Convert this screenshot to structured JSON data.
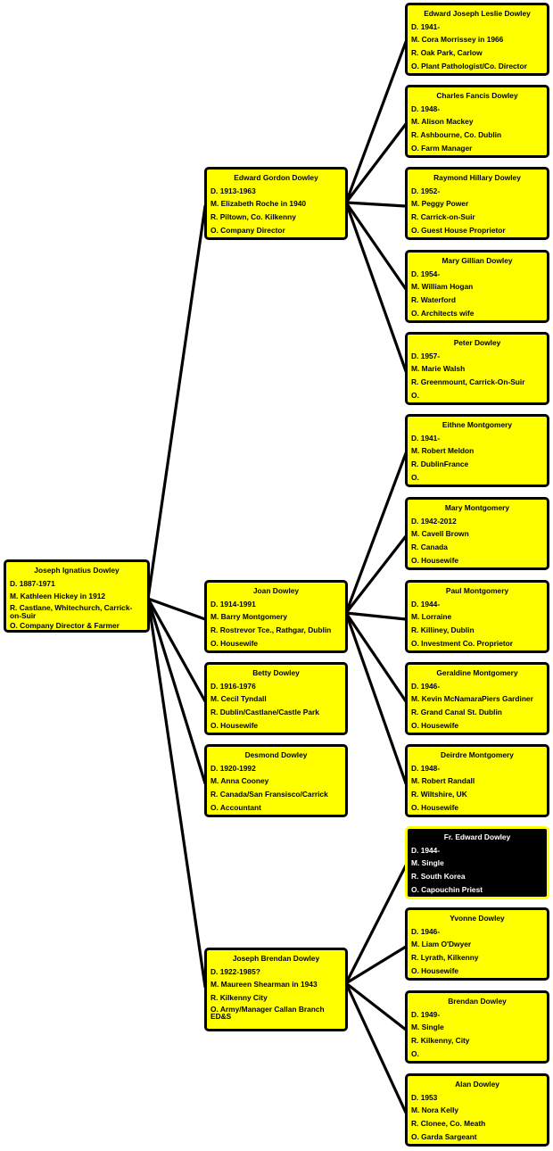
{
  "colors": {
    "box_fill": "#ffff00",
    "box_border": "#000000",
    "highlight_fill": "#000000",
    "highlight_border": "#ffff00",
    "connector": "#000000"
  },
  "people": [
    {
      "id": "joseph-ignatius",
      "name": "Joseph Ignatius Dowley",
      "lines": [
        "D. 1887-1971",
        "M. Kathleen Hickey in 1912",
        "R. Castlane, Whitechurch, Carrick-on-Suir",
        "O. Company Director & Farmer"
      ]
    },
    {
      "id": "edward-gordon",
      "name": "Edward Gordon Dowley",
      "lines": [
        "D.  1913-1963",
        "M. Elizabeth Roche in 1940",
        "R. Piltown, Co. Kilkenny",
        "O. Company Director"
      ]
    },
    {
      "id": "joan",
      "name": "Joan Dowley",
      "lines": [
        "D. 1914-1991",
        "M. Barry Montgomery",
        "R. Rostrevor Tce., Rathgar, Dublin",
        "O.  Housewife"
      ]
    },
    {
      "id": "betty",
      "name": "Betty Dowley",
      "lines": [
        "D. 1916-1976",
        "M. Cecil Tyndall",
        "R. Dublin/Castlane/Castle Park",
        "O. Housewife"
      ]
    },
    {
      "id": "desmond",
      "name": "Desmond  Dowley",
      "lines": [
        "D. 1920-1992",
        "M. Anna Cooney",
        "R. Canada/San Fransisco/Carrick",
        "O. Accountant"
      ]
    },
    {
      "id": "joseph-brendan",
      "name": "Joseph Brendan Dowley",
      "lines": [
        "D. 1922-1985?",
        "M.  Maureen Shearman in 1943",
        "R.  Kilkenny City",
        "O.  Army/Manager Callan Branch ED&S"
      ]
    },
    {
      "id": "edward-joseph-leslie",
      "name": "Edward Joseph Leslie Dowley",
      "lines": [
        "D. 1941-",
        "M. Cora Morrissey in 1966",
        "R. Oak Park, Carlow",
        "O. Plant Pathologist/Co. Director"
      ]
    },
    {
      "id": "charles-fancis",
      "name": "Charles Fancis Dowley",
      "lines": [
        "D. 1948-",
        "M. Alison Mackey",
        "R. Ashbourne, Co. Dublin",
        "O. Farm Manager"
      ]
    },
    {
      "id": "raymond-hillary",
      "name": "Raymond Hillary Dowley",
      "lines": [
        "D. 1952-",
        "M. Peggy Power",
        "R. Carrick-on-Suir",
        "O. Guest House Proprietor"
      ]
    },
    {
      "id": "mary-gillian",
      "name": "Mary Gillian Dowley",
      "lines": [
        "D. 1954-",
        "M. William Hogan",
        "R. Waterford",
        "O. Architects wife"
      ]
    },
    {
      "id": "peter",
      "name": "Peter Dowley",
      "lines": [
        "D. 1957-",
        "M. Marie Walsh",
        "R. Greenmount, Carrick-On-Suir",
        "O."
      ]
    },
    {
      "id": "eithne",
      "name": "Eithne Montgomery",
      "lines": [
        "D. 1941-",
        "M. Robert Meldon",
        "R. DublinFrance",
        "O."
      ]
    },
    {
      "id": "mary-m",
      "name": "Mary Montgomery",
      "lines": [
        "D. 1942-2012",
        "M. Cavell Brown",
        "R. Canada",
        "O. Housewife"
      ]
    },
    {
      "id": "paul",
      "name": "Paul Montgomery",
      "lines": [
        "D. 1944-",
        "M. Lorraine",
        "R. Killiney, Dublin",
        "O. Investment Co. Proprietor"
      ]
    },
    {
      "id": "geraldine",
      "name": "Geraldine Montgomery",
      "lines": [
        "D. 1946-",
        "M. Kevin McNamaraPiers Gardiner",
        "R. Grand Canal St. Dublin",
        "O. Housewife"
      ]
    },
    {
      "id": "deirdre",
      "name": "Deirdre Montgomery",
      "lines": [
        "D. 1948-",
        "M. Robert Randall",
        "R. Wiltshire, UK",
        "O. Housewife"
      ]
    },
    {
      "id": "fr-edward",
      "name": "Fr. Edward Dowley",
      "lines": [
        "D. 1944-",
        "M. Single",
        "R. South Korea",
        "O. Capouchin Priest"
      ],
      "highlight": true
    },
    {
      "id": "yvonne",
      "name": "Yvonne Dowley",
      "lines": [
        "D. 1946-",
        "M. Liam O'Dwyer",
        "R. Lyrath, Kilkenny",
        "O. Housewife"
      ]
    },
    {
      "id": "brendan",
      "name": "Brendan Dowley",
      "lines": [
        "D. 1949-",
        "M. Single",
        "R. Kilkenny, City",
        "O."
      ]
    },
    {
      "id": "alan",
      "name": "Alan Dowley",
      "lines": [
        "D. 1953",
        "M. Nora Kelly",
        "R. Clonee, Co. Meath",
        "O. Garda Sargeant"
      ]
    }
  ],
  "relations": [
    {
      "parent": "joseph-ignatius",
      "children": [
        "edward-gordon",
        "joan",
        "betty",
        "desmond",
        "joseph-brendan"
      ]
    },
    {
      "parent": "edward-gordon",
      "children": [
        "edward-joseph-leslie",
        "charles-fancis",
        "raymond-hillary",
        "mary-gillian",
        "peter"
      ]
    },
    {
      "parent": "joan",
      "children": [
        "eithne",
        "mary-m",
        "paul",
        "geraldine",
        "deirdre"
      ]
    },
    {
      "parent": "joseph-brendan",
      "children": [
        "fr-edward",
        "yvonne",
        "brendan",
        "alan"
      ]
    }
  ]
}
